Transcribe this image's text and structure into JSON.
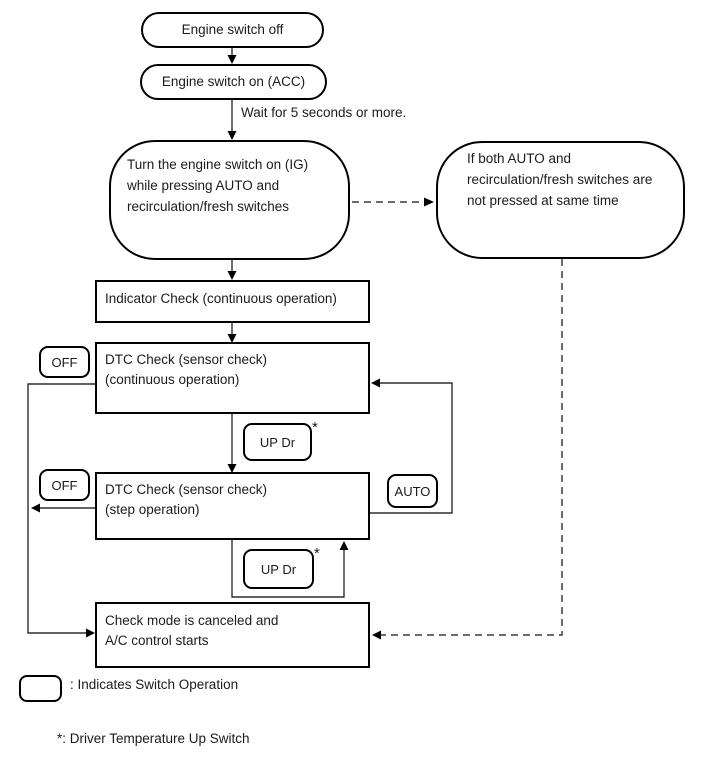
{
  "colors": {
    "ink": "#000000",
    "background": "#ffffff"
  },
  "flowchart": {
    "nodes": {
      "engine_off": "Engine switch off",
      "engine_acc": "Engine switch on (ACC)",
      "turn_ig": "Turn the engine switch on (IG)\nwhile pressing AUTO and\nrecirculation/fresh switches",
      "not_same_time": "If both AUTO and\nrecirculation/fresh switches are\nnot pressed at same time",
      "indicator_check": "Indicator Check (continuous operation)",
      "dtc_continuous": "DTC Check (sensor check)\n(continuous operation)",
      "dtc_step": "DTC Check (sensor check)\n(step operation)",
      "check_canceled": "Check mode is canceled and\nA/C control starts"
    },
    "annotations": {
      "wait_note": "Wait for 5 seconds or more.",
      "asterisk": "*"
    },
    "switch_labels": {
      "off_continuous": "OFF",
      "off_step": "OFF",
      "up_dr_continuous": "UP Dr",
      "up_dr_step": "UP Dr",
      "auto": "AUTO"
    },
    "legend": {
      "switch_box_note": ": Indicates Switch Operation",
      "footnote": "*: Driver Temperature Up Switch"
    }
  }
}
